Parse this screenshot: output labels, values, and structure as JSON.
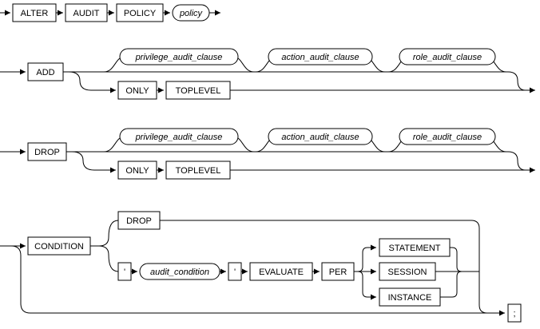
{
  "diagram": {
    "row1": {
      "alter": "ALTER",
      "audit": "AUDIT",
      "policy_kw": "POLICY",
      "policy": "policy"
    },
    "add": {
      "keyword": "ADD",
      "clause1": "privilege_audit_clause",
      "clause2": "action_audit_clause",
      "clause3": "role_audit_clause",
      "only": "ONLY",
      "toplevel": "TOPLEVEL"
    },
    "drop": {
      "keyword": "DROP",
      "clause1": "privilege_audit_clause",
      "clause2": "action_audit_clause",
      "clause3": "role_audit_clause",
      "only": "ONLY",
      "toplevel": "TOPLEVEL"
    },
    "condition": {
      "keyword": "CONDITION",
      "drop": "DROP",
      "quote_open": "'",
      "audit_condition": "audit_condition",
      "quote_close": "'",
      "evaluate": "EVALUATE",
      "per": "PER",
      "statement": "STATEMENT",
      "session": "SESSION",
      "instance": "INSTANCE"
    },
    "terminator": ";",
    "colors": {
      "line": "#000000",
      "box_fill": "#ffffff"
    }
  }
}
